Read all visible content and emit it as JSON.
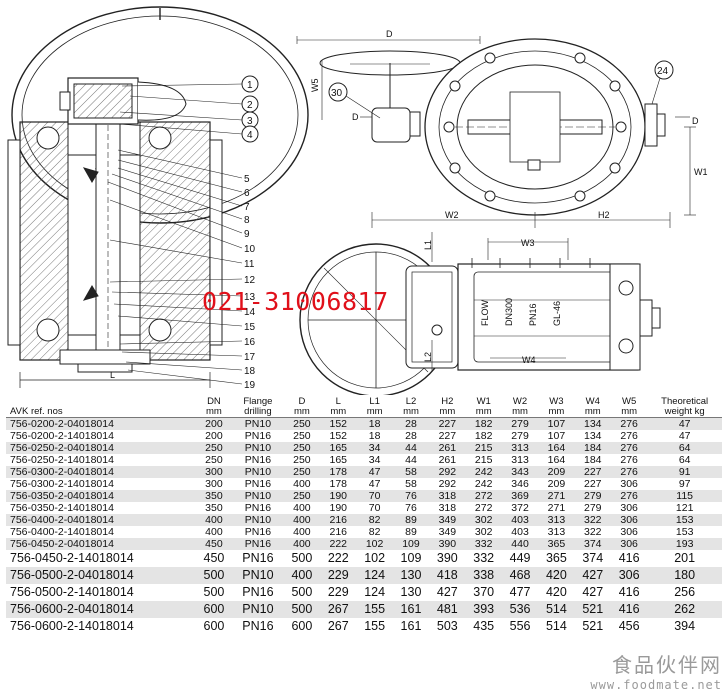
{
  "drawing": {
    "callouts": [
      "1",
      "2",
      "3",
      "4",
      "5",
      "6",
      "7",
      "8",
      "9",
      "10",
      "11",
      "12",
      "13",
      "14",
      "15",
      "16",
      "17",
      "18",
      "19"
    ],
    "callout_24": "24",
    "callout_30": "30",
    "dims": {
      "L": "L",
      "D_top": "D",
      "W5": "W5",
      "D_left": "D",
      "D_right": "D",
      "W1": "W1",
      "W2": "W2",
      "H2": "H2",
      "W3": "W3",
      "L1": "L1",
      "L2": "L2",
      "W4": "W4"
    },
    "body_marks": [
      "FLOW",
      "DN300",
      "PN16",
      "GL-46"
    ],
    "phone": "021-31006817"
  },
  "table": {
    "headers": [
      {
        "l1": "",
        "l2": "AVK ref. nos"
      },
      {
        "l1": "DN",
        "l2": "mm"
      },
      {
        "l1": "Flange",
        "l2": "drilling"
      },
      {
        "l1": "D",
        "l2": "mm"
      },
      {
        "l1": "L",
        "l2": "mm"
      },
      {
        "l1": "L1",
        "l2": "mm"
      },
      {
        "l1": "L2",
        "l2": "mm"
      },
      {
        "l1": "H2",
        "l2": "mm"
      },
      {
        "l1": "W1",
        "l2": "mm"
      },
      {
        "l1": "W2",
        "l2": "mm"
      },
      {
        "l1": "W3",
        "l2": "mm"
      },
      {
        "l1": "W4",
        "l2": "mm"
      },
      {
        "l1": "W5",
        "l2": "mm"
      },
      {
        "l1": "Theoretical",
        "l2": "weight kg"
      }
    ],
    "rows": [
      [
        "756-0200-2-04018014",
        "200",
        "PN10",
        "250",
        "152",
        "18",
        "28",
        "227",
        "182",
        "279",
        "107",
        "134",
        "276",
        "47"
      ],
      [
        "756-0200-2-14018014",
        "200",
        "PN16",
        "250",
        "152",
        "18",
        "28",
        "227",
        "182",
        "279",
        "107",
        "134",
        "276",
        "47"
      ],
      [
        "756-0250-2-04018014",
        "250",
        "PN10",
        "250",
        "165",
        "34",
        "44",
        "261",
        "215",
        "313",
        "164",
        "184",
        "276",
        "64"
      ],
      [
        "756-0250-2-14018014",
        "250",
        "PN16",
        "250",
        "165",
        "34",
        "44",
        "261",
        "215",
        "313",
        "164",
        "184",
        "276",
        "64"
      ],
      [
        "756-0300-2-04018014",
        "300",
        "PN10",
        "250",
        "178",
        "47",
        "58",
        "292",
        "242",
        "343",
        "209",
        "227",
        "276",
        "91"
      ],
      [
        "756-0300-2-14018014",
        "300",
        "PN16",
        "400",
        "178",
        "47",
        "58",
        "292",
        "242",
        "346",
        "209",
        "227",
        "306",
        "97"
      ],
      [
        "756-0350-2-04018014",
        "350",
        "PN10",
        "250",
        "190",
        "70",
        "76",
        "318",
        "272",
        "369",
        "271",
        "279",
        "276",
        "115"
      ],
      [
        "756-0350-2-14018014",
        "350",
        "PN16",
        "400",
        "190",
        "70",
        "76",
        "318",
        "272",
        "372",
        "271",
        "279",
        "306",
        "121"
      ],
      [
        "756-0400-2-04018014",
        "400",
        "PN10",
        "400",
        "216",
        "82",
        "89",
        "349",
        "302",
        "403",
        "313",
        "322",
        "306",
        "153"
      ],
      [
        "756-0400-2-14018014",
        "400",
        "PN16",
        "400",
        "216",
        "82",
        "89",
        "349",
        "302",
        "403",
        "313",
        "322",
        "306",
        "153"
      ],
      [
        "756-0450-2-04018014",
        "450",
        "PN16",
        "400",
        "222",
        "102",
        "109",
        "390",
        "332",
        "440",
        "365",
        "374",
        "306",
        "193"
      ],
      [
        "756-0450-2-14018014",
        "450",
        "PN16",
        "500",
        "222",
        "102",
        "109",
        "390",
        "332",
        "449",
        "365",
        "374",
        "416",
        "201"
      ],
      [
        "756-0500-2-04018014",
        "500",
        "PN10",
        "400",
        "229",
        "124",
        "130",
        "418",
        "338",
        "468",
        "420",
        "427",
        "306",
        "180"
      ],
      [
        "756-0500-2-14018014",
        "500",
        "PN16",
        "500",
        "229",
        "124",
        "130",
        "427",
        "370",
        "477",
        "420",
        "427",
        "416",
        "256"
      ],
      [
        "756-0600-2-04018014",
        "600",
        "PN10",
        "500",
        "267",
        "155",
        "161",
        "481",
        "393",
        "536",
        "514",
        "521",
        "416",
        "262"
      ],
      [
        "756-0600-2-14018014",
        "600",
        "PN16",
        "600",
        "267",
        "155",
        "161",
        "503",
        "435",
        "556",
        "514",
        "521",
        "456",
        "394"
      ]
    ]
  },
  "watermark": {
    "cn": "食品伙伴网",
    "url": "www.foodmate.net"
  },
  "colors": {
    "phone": "#e0101a",
    "row_shade": "#e4e4e4",
    "line": "#222222",
    "watermark": "#9a9a9a"
  }
}
